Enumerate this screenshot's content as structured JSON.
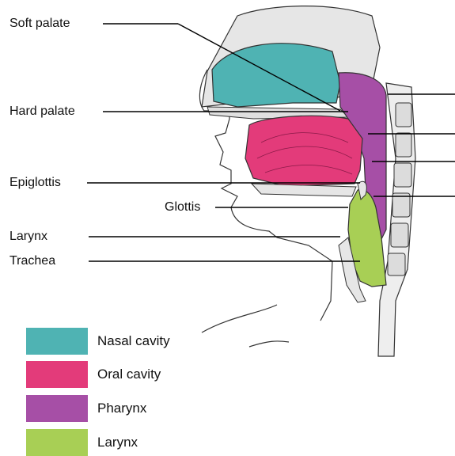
{
  "labels": {
    "soft_palate": "Soft palate",
    "hard_palate": "Hard palate",
    "epiglottis": "Epiglottis",
    "glottis": "Glottis",
    "larynx": "Larynx",
    "trachea": "Trachea"
  },
  "legend": [
    {
      "label": "Nasal cavity",
      "color": "#4fb3b3"
    },
    {
      "label": "Oral cavity",
      "color": "#e33b7a"
    },
    {
      "label": "Pharynx",
      "color": "#a64fa6"
    },
    {
      "label": "Larynx",
      "color": "#a8cf55"
    }
  ],
  "colors": {
    "nasal": "#4fb3b3",
    "oral": "#e33b7a",
    "pharynx": "#a64fa6",
    "larynx": "#a8cf55",
    "bone": "#e8e8e8",
    "outline": "#333333"
  }
}
